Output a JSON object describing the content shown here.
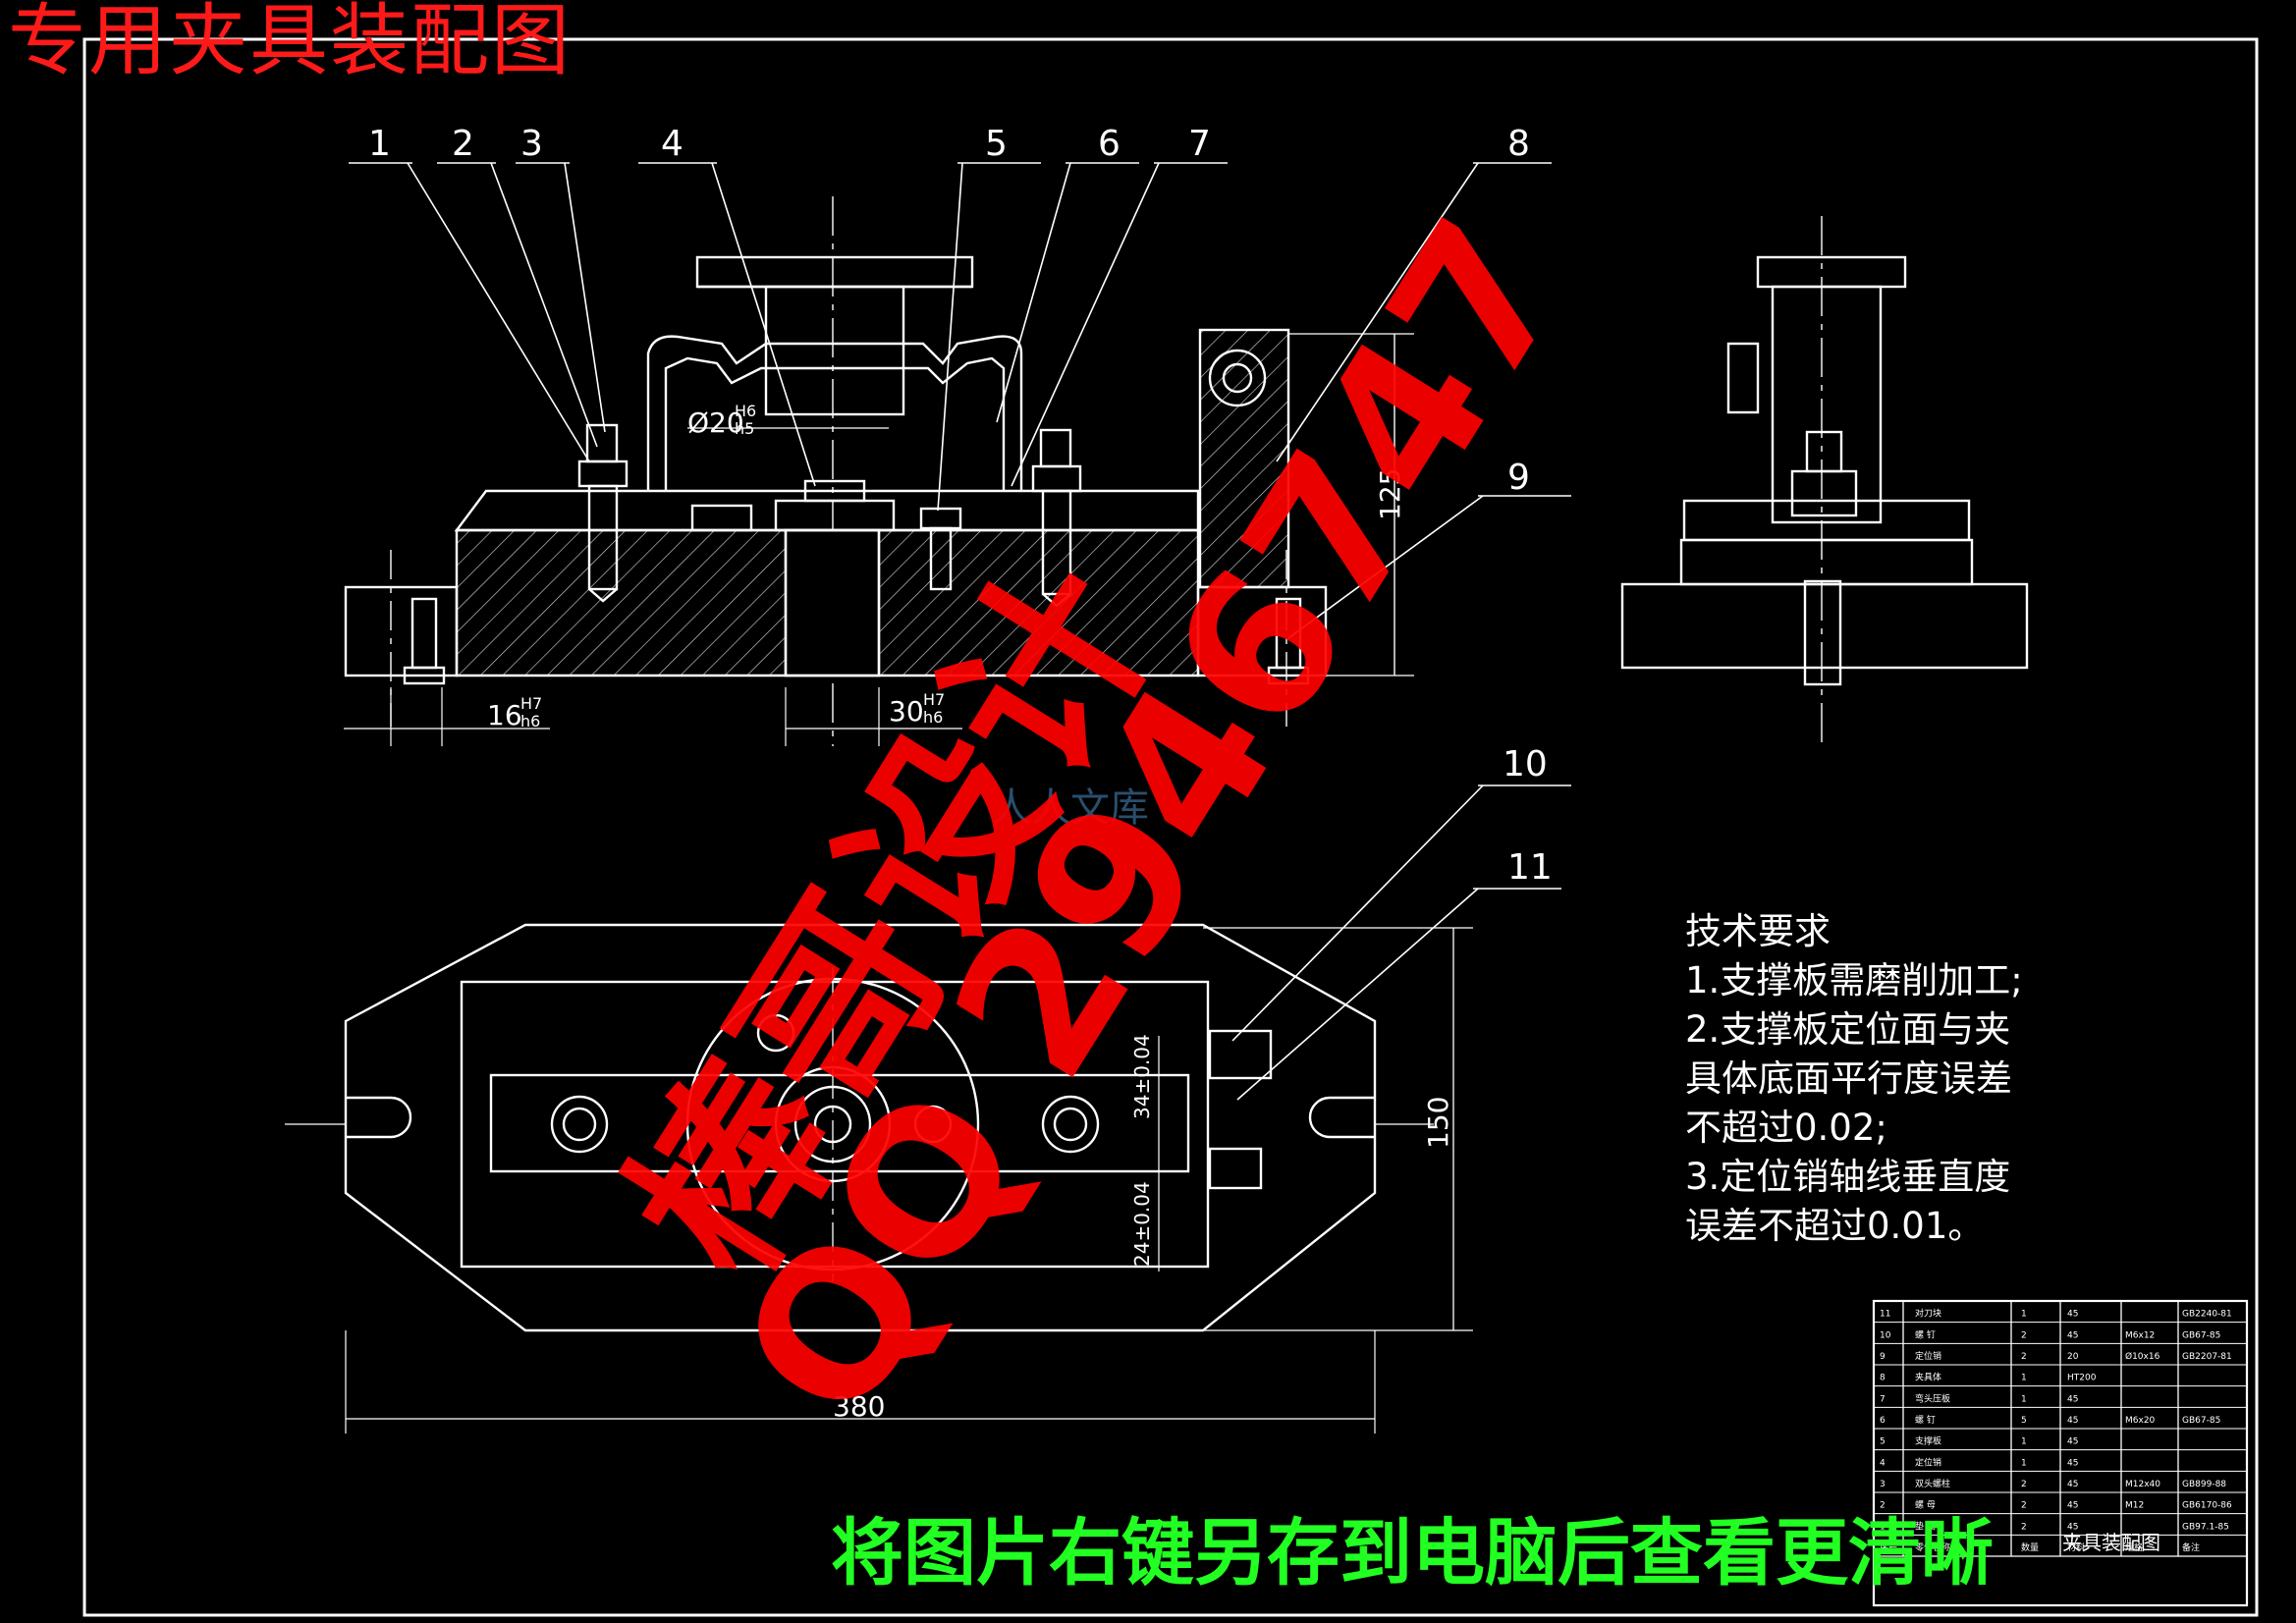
{
  "title": "专用夹具装配图",
  "footer_note": "将图片右键另存到电脑后查看更清晰",
  "watermark": {
    "line1": "棒哥设计",
    "line2": "QQ 2946747",
    "logo": "人人文库"
  },
  "balloons": [
    "1",
    "2",
    "3",
    "4",
    "5",
    "6",
    "7",
    "8",
    "9",
    "10",
    "11"
  ],
  "dimensions": {
    "bore": "Ø20",
    "bore_fit_top": "H6",
    "bore_fit_bottom": "h5",
    "width16": "16",
    "fit16_top": "H7",
    "fit16_bottom": "h6",
    "width30": "30",
    "fit30_top": "H7",
    "fit30_bottom": "h6",
    "height": "125",
    "length": "380",
    "width150": "150",
    "off34": "34±0.04",
    "off24": "24±0.04"
  },
  "tech_requirements": {
    "heading": "技术要求",
    "items": [
      "1.支撑板需磨削加工;",
      "2.支撑板定位面与夹",
      "具体底面平行度误差",
      "不超过0.02;",
      "3.定位销轴线垂直度",
      "误差不超过0.01。"
    ]
  },
  "parts_table": {
    "rows": [
      [
        "11",
        "对刀块",
        "1",
        "45",
        "",
        "GB2240-81"
      ],
      [
        "10",
        "螺 钉",
        "2",
        "45",
        "M6x12",
        "GB67-85"
      ],
      [
        "9",
        "定位销",
        "2",
        "20",
        "Ø10x16",
        "GB2207-81"
      ],
      [
        "8",
        "夹具体",
        "1",
        "HT200",
        "",
        ""
      ],
      [
        "7",
        "弯头压板",
        "1",
        "45",
        "",
        ""
      ],
      [
        "6",
        "螺 钉",
        "5",
        "45",
        "M6x20",
        "GB67-85"
      ],
      [
        "5",
        "支撑板",
        "1",
        "45",
        "",
        ""
      ],
      [
        "4",
        "定位销",
        "1",
        "45",
        "",
        ""
      ],
      [
        "3",
        "双头螺柱",
        "2",
        "45",
        "M12x40",
        "GB899-88"
      ],
      [
        "2",
        "螺 母",
        "2",
        "45",
        "M12",
        "GB6170-86"
      ],
      [
        "1",
        "垫 圈",
        "2",
        "45",
        "",
        "GB97.1-85"
      ]
    ],
    "header": [
      "序号",
      "零件名称",
      "数量",
      "材料",
      "规格",
      "备注"
    ],
    "title_block": "夹具装配图"
  }
}
